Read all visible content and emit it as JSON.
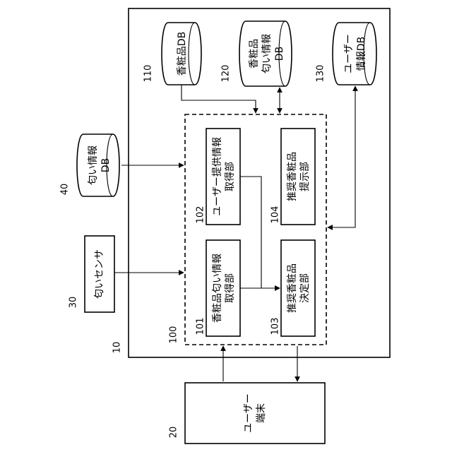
{
  "refs": {
    "system": "10",
    "terminal": "20",
    "sensor": "30",
    "scent_db": "40",
    "apparatus": "100",
    "unit_101": "101",
    "unit_102": "102",
    "unit_103": "103",
    "unit_104": "104",
    "db_110": "110",
    "db_120": "120",
    "db_130": "130"
  },
  "labels": {
    "terminal": [
      "ユーザー",
      "端末"
    ],
    "sensor": [
      "匂いセンサ"
    ],
    "scent_db": [
      "匂い情報",
      "DB"
    ],
    "unit_101": [
      "香粧品匂い情報",
      "取得部"
    ],
    "unit_102": [
      "ユーザー提供情報",
      "取得部"
    ],
    "unit_103": [
      "推奨香粧品",
      "決定部"
    ],
    "unit_104": [
      "推奨香粧品",
      "提示部"
    ],
    "db_110": [
      "香粧品DB"
    ],
    "db_120": [
      "香粧品",
      "匂い情報",
      "DB"
    ],
    "db_130": [
      "ユーザー",
      "情報DB"
    ]
  }
}
